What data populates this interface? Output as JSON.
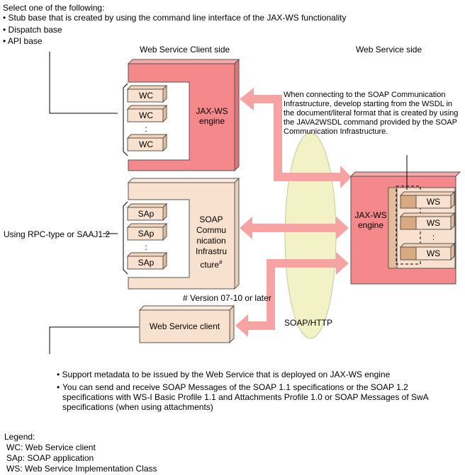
{
  "select_intro": "Select one of the following:",
  "select_options": [
    "Stub base that is created by using the command line interface of the JAX-WS functionality",
    "Dispatch base",
    "API base"
  ],
  "client_side_title": "Web Service Client side",
  "service_side_title": "Web Service side",
  "jaxws_engine_client": "JAX-WS engine",
  "wc_boxes": [
    "WC",
    "WC",
    "WC"
  ],
  "soap_infra_label": "SOAP Commu nication Infrastru cture",
  "soap_infra_footnote_mark": "#",
  "sap_boxes": [
    "SAp",
    "SAp",
    "SAp"
  ],
  "jaxws_engine_service": "JAX-WS engine",
  "ws_boxes": [
    "WS",
    "WS",
    "WS"
  ],
  "ellipsis": ":",
  "wsdl_note": "When connecting to the SOAP Communication Infrastructure, develop starting from the WSDL in the document/literal format that is created by using the JAVA2WSDL command provided by the SOAP Communication Infrastructure.",
  "rpc_note": "Using RPC-type or SAAJ1.2",
  "version_note": "# Version 07-10 or later",
  "web_service_client": "Web Service client",
  "soap_http": "SOAP/HTTP",
  "support_notes": [
    "Support metadata to be issued by the Web Service that is deployed on JAX-WS engine",
    "You can send and receive SOAP Messages of the SOAP 1.1 specifications or the SOAP 1.2 specifications with WS-I Basic Profile 1.1 and Attachments Profile 1.0 or SOAP Messages of SwA specifications (when using attachments)"
  ],
  "legend_title": "Legend:",
  "legend_items": [
    "WC: Web Service client",
    "SAp: SOAP application",
    "WS: Web Service Implementation Class"
  ],
  "colors": {
    "engine_fill": "#f4888a",
    "arrow_fill": "#f7a3a3",
    "beige_fill": "#f9e1cf",
    "ellipse_fill": "#f2f2c6"
  }
}
